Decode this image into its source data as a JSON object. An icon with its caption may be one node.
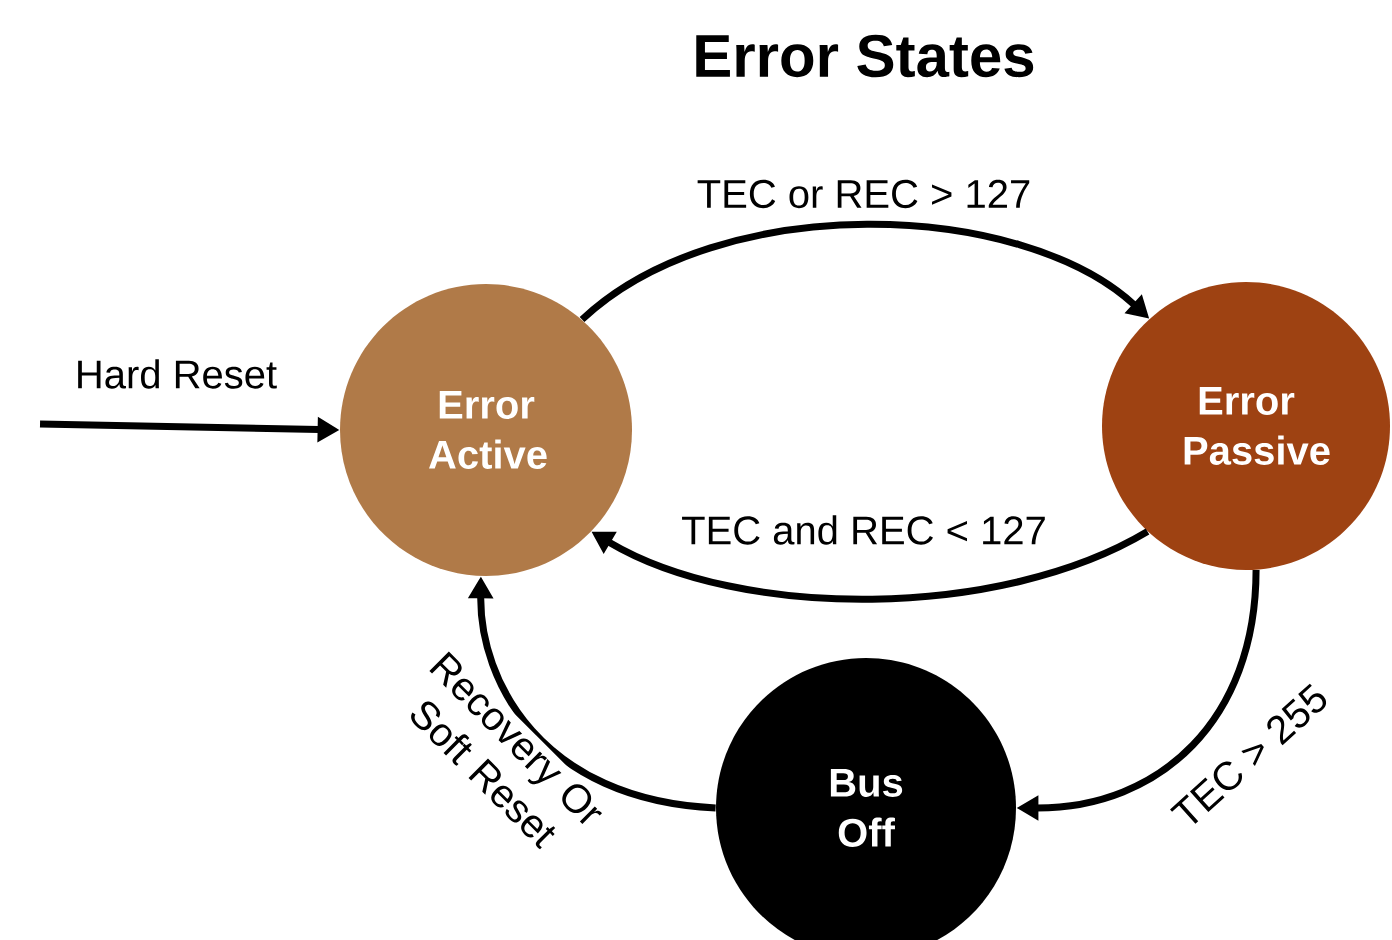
{
  "diagram": {
    "title": "Error States",
    "nodes": [
      {
        "text": [
          "Error Active"
        ]
      },
      {
        "text": [
          "Error Passive"
        ]
      },
      {
        "text": [
          "Bus Off"
        ]
      }
    ],
    "edges": [
      {
        "from": 0,
        "to": 1,
        "arrow": "to",
        "label": "TEC or REC > 127"
      },
      {
        "from": 1,
        "to": 0,
        "arrow": "to",
        "label": "TEC and REC < 127"
      },
      {
        "from": 1,
        "to": 2,
        "arrow": "to",
        "label": "TEC > 255"
      },
      {
        "from": 2,
        "to": 0,
        "arrow": "to",
        "label": "Recovery Or Soft Reset"
      },
      {
        "from": null,
        "to": 0,
        "arrow": "to",
        "label": "Hard Reset"
      }
    ]
  }
}
